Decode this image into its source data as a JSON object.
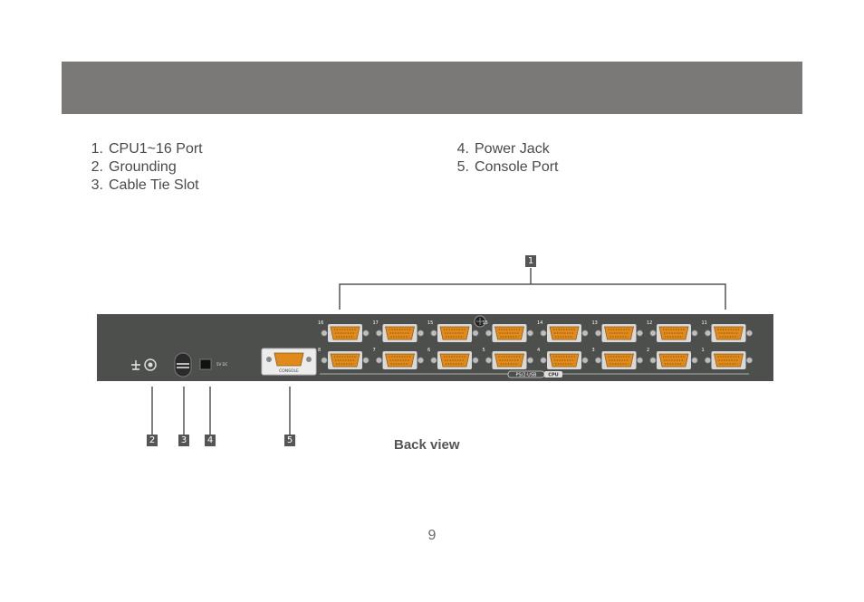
{
  "legend": {
    "left": [
      {
        "num": "1.",
        "label": "CPU1~16 Port"
      },
      {
        "num": "2.",
        "label": "Grounding"
      },
      {
        "num": "3.",
        "label": "Cable Tie Slot"
      }
    ],
    "right": [
      {
        "num": "4.",
        "label": "Power Jack"
      },
      {
        "num": "5.",
        "label": "Console Port"
      }
    ]
  },
  "callouts": [
    "1",
    "2",
    "3",
    "4",
    "5"
  ],
  "device": {
    "port_labels_top": [
      "16",
      "17",
      "15",
      "15",
      "14",
      "13",
      "12",
      "11"
    ],
    "port_labels_bottom": [
      "8",
      "7",
      "6",
      "5",
      "4",
      "3",
      "2",
      "1"
    ],
    "console_label": "CONSOLE",
    "bus_label": "PS/2·USB",
    "cpu_label": "CPU",
    "power_label": "5V DC",
    "colors": {
      "panel": "#4d4f4d",
      "port": "#e08a1c",
      "header": "#7b7878"
    }
  },
  "caption": "Back view",
  "page_number": "9"
}
